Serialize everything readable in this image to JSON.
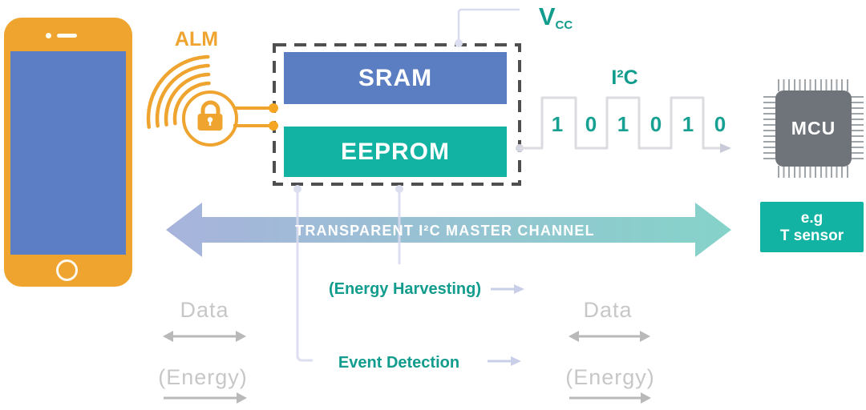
{
  "colors": {
    "orange": "#EFA42F",
    "screen_blue": "#5C7EC5",
    "sram_blue": "#5B7DC2",
    "teal_fill": "#12B3A2",
    "teal_text": "#129C8D",
    "gray_text": "#C7C7C7",
    "mcu_gray": "#6F747A",
    "connector_lavender": "#D9DCEE",
    "waveform_gray": "#DBDBE0",
    "channel_gradient_left": "#A8B3DC",
    "channel_gradient_right": "#85D3C9"
  },
  "alm": {
    "label": "ALM"
  },
  "memory": {
    "sram": "SRAM",
    "eeprom": "EEPROM"
  },
  "vcc": {
    "main": "V",
    "sub": "CC"
  },
  "i2c": {
    "label": "I²C",
    "bits": [
      "1",
      "0",
      "1",
      "0",
      "1",
      "0"
    ]
  },
  "mcu": {
    "label": "MCU"
  },
  "sensor": {
    "line1": "e.g",
    "line2": "T sensor"
  },
  "channel": {
    "label": "TRANSPARENT I²C MASTER CHANNEL"
  },
  "annotations": {
    "energy_harvesting": "(Energy Harvesting)",
    "event_detection": "Event Detection"
  },
  "left_flows": {
    "data": "Data",
    "energy": "(Energy)"
  },
  "right_flows": {
    "data": "Data",
    "energy": "(Energy)"
  }
}
